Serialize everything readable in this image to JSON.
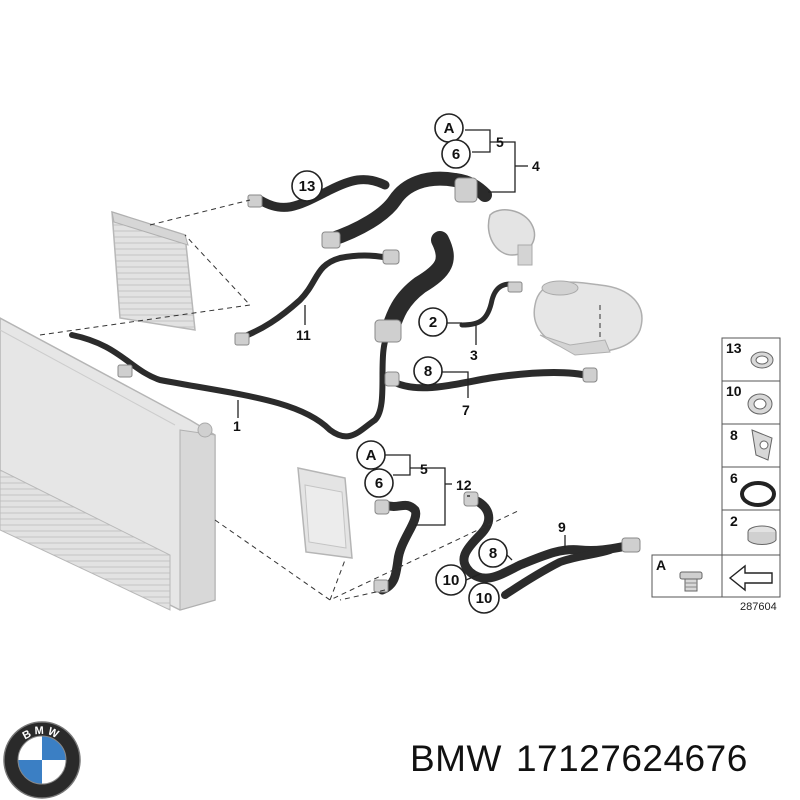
{
  "callouts": {
    "c1": "1",
    "c2": "2",
    "c3": "3",
    "c4": "4",
    "c5": "5",
    "c5b": "5",
    "c6": "6",
    "c6b": "6",
    "c7": "7",
    "c8": "8",
    "c8b": "8",
    "c9": "9",
    "c10": "10",
    "c10b": "10",
    "c11": "11",
    "c12": "12",
    "c13": "13",
    "cA": "A",
    "cAb": "A"
  },
  "legend": {
    "items": [
      "13",
      "10",
      "8",
      "6",
      "2"
    ],
    "tool_label": "A",
    "ref_number": "287604"
  },
  "brand": {
    "logo_text": "BMW",
    "caption_brand": "BMW",
    "caption_part": "17127624676"
  },
  "colors": {
    "hose": "#2b2b2b",
    "part_gray": "#d4d4d4",
    "line": "#333333"
  }
}
